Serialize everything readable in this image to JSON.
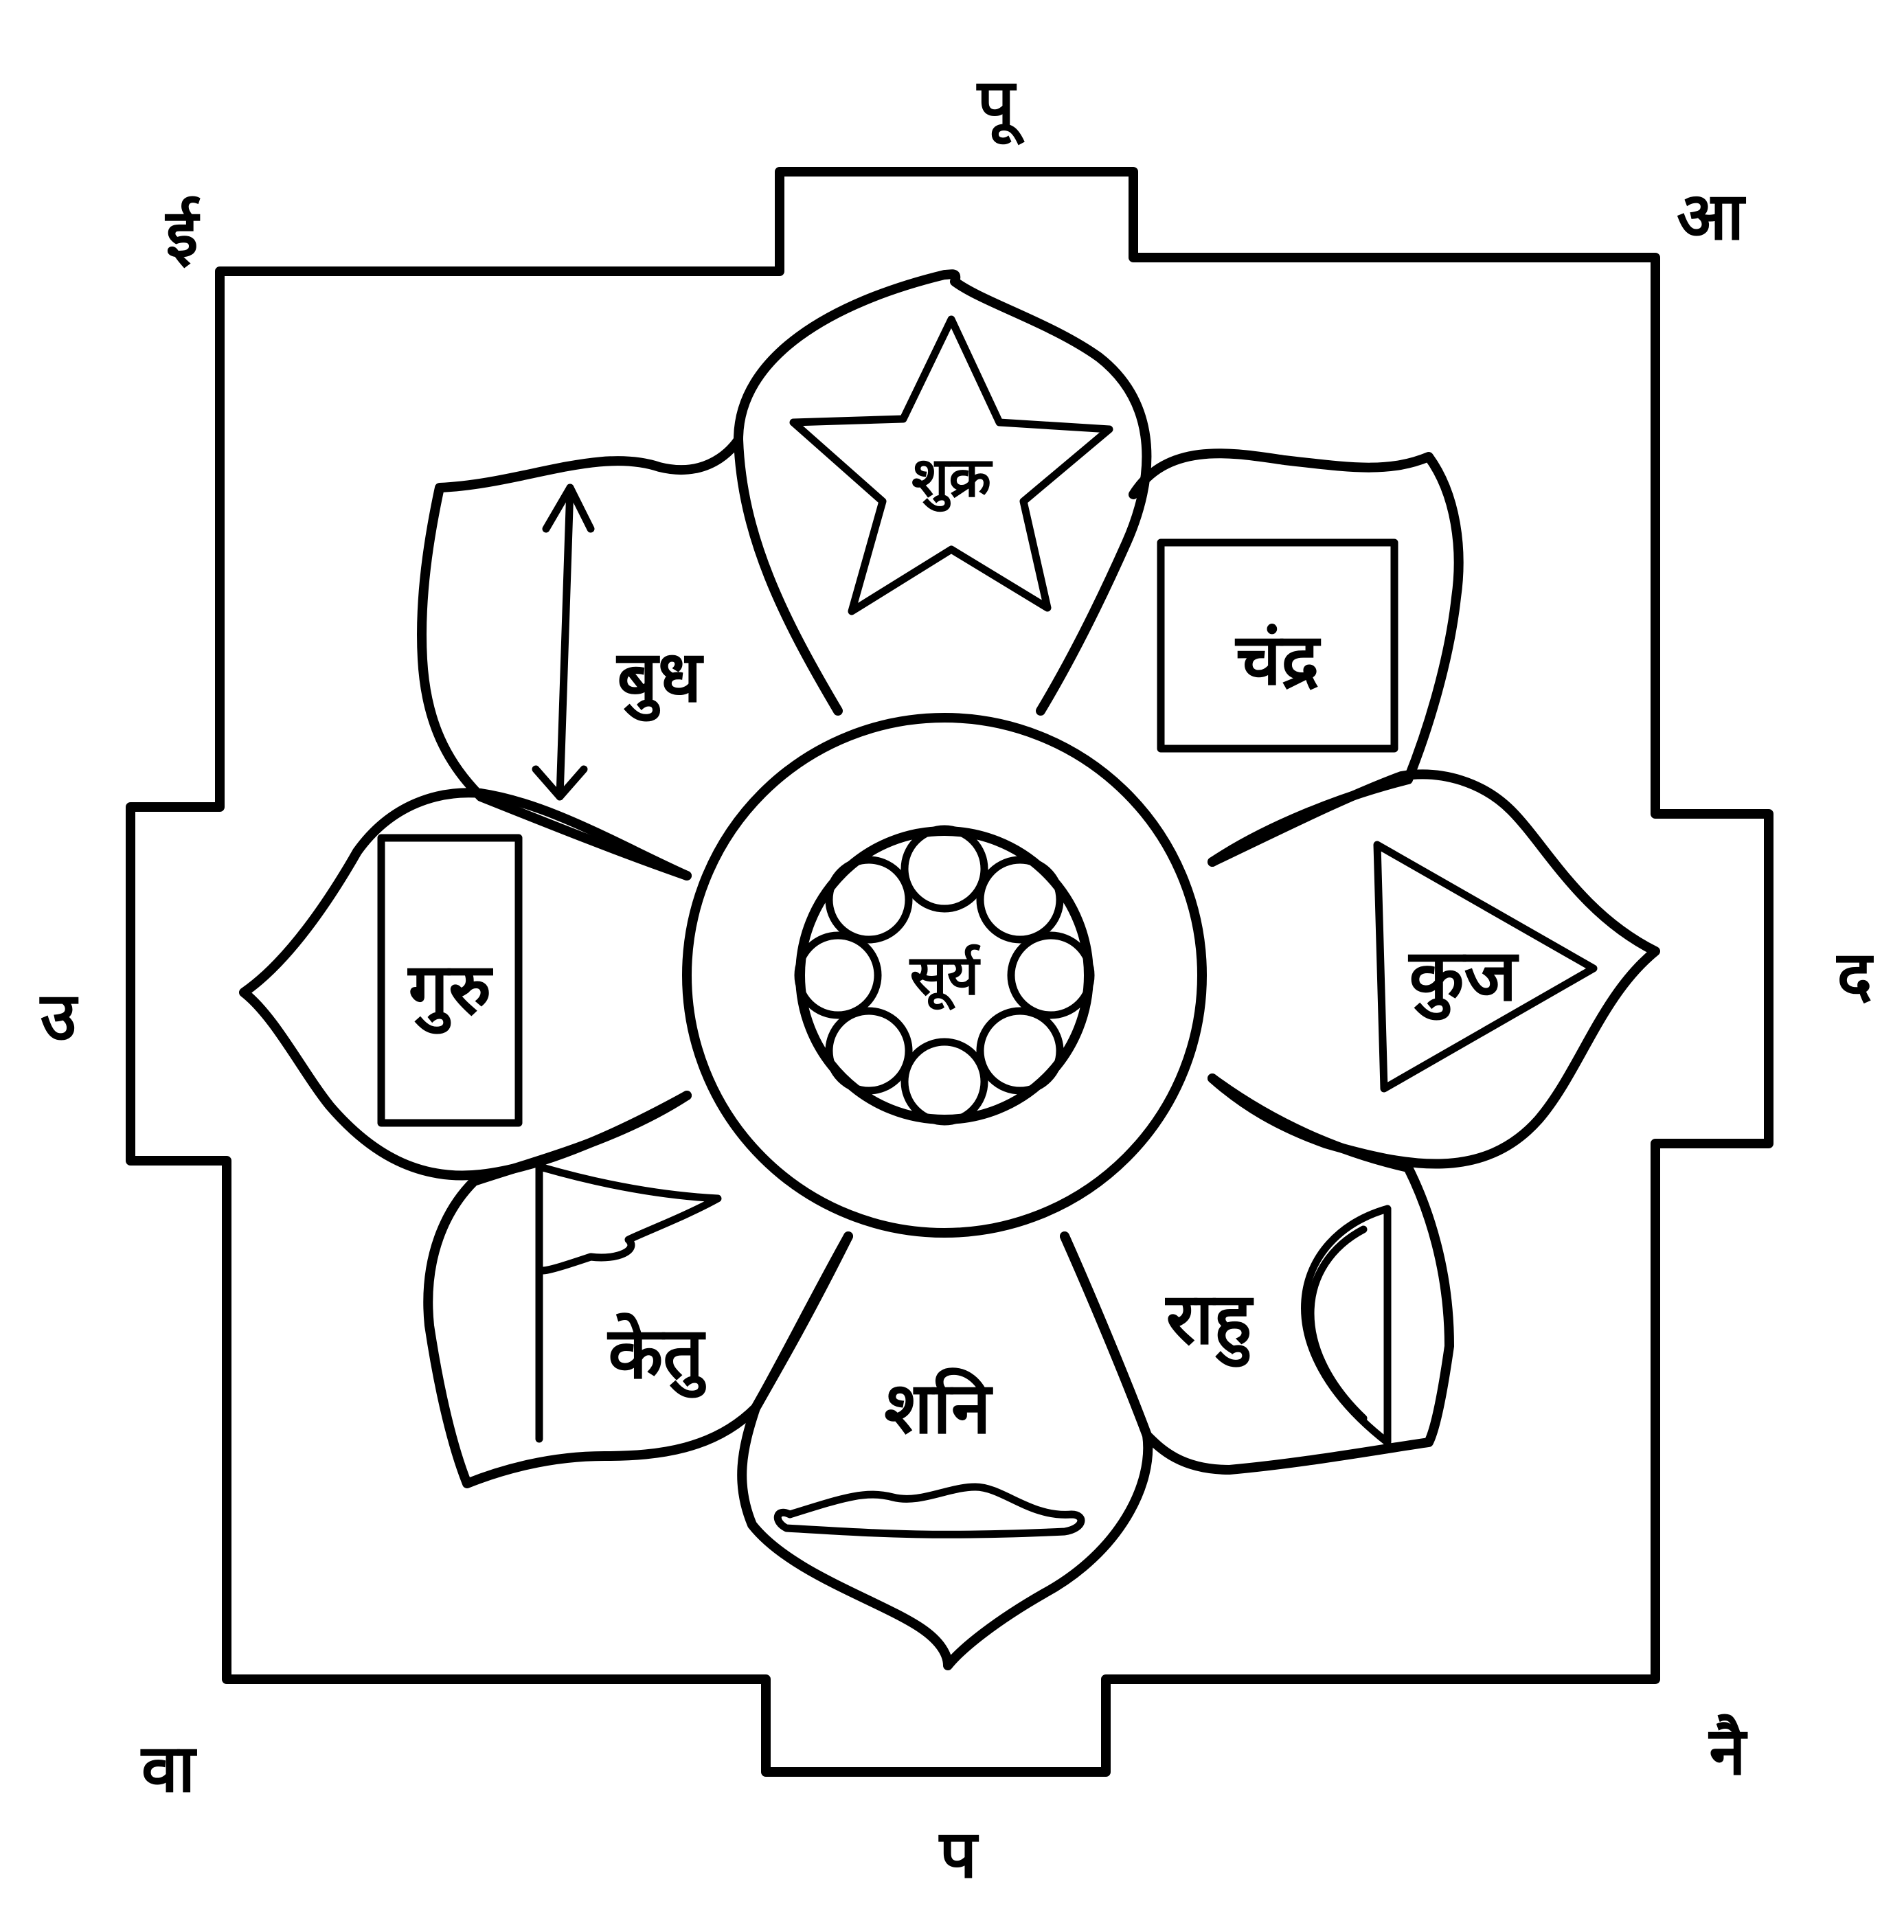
{
  "directions": {
    "east": "पू",
    "north_east": "ई",
    "south_east": "आ",
    "north": "उ",
    "south": "द",
    "north_west": "वा",
    "west": "प",
    "south_west": "नै"
  },
  "planets": {
    "center": "सूर्य",
    "top": "शुक्र",
    "upper_right": "चंद्र",
    "right": "कुज",
    "lower_right": "राहु",
    "bottom": "शनि",
    "lower_left": "केतु",
    "left": "गुरु",
    "upper_left": "बुध"
  },
  "colors": {
    "ink": "#000000",
    "paper": "#ffffff"
  }
}
